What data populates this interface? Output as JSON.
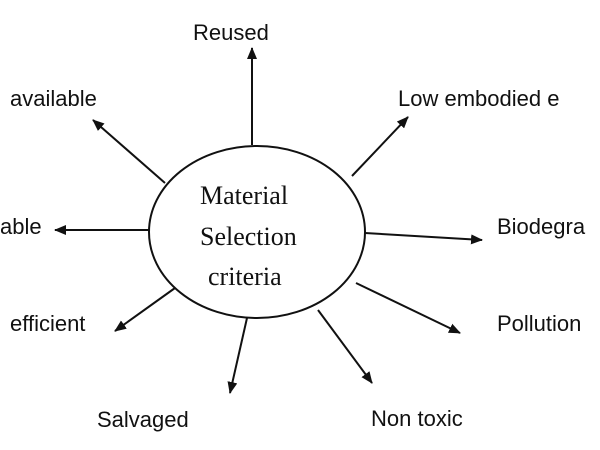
{
  "diagram": {
    "center": {
      "lines": [
        "Material",
        "Selection",
        "criteria"
      ]
    },
    "criteria": [
      {
        "id": "reused",
        "label": "Reused"
      },
      {
        "id": "low-embodied-energy",
        "label": "Low embodied e"
      },
      {
        "id": "biodegradable",
        "label": "Biodegra"
      },
      {
        "id": "pollution",
        "label": "Pollution"
      },
      {
        "id": "non-toxic",
        "label": "Non toxic"
      },
      {
        "id": "salvaged",
        "label": "Salvaged"
      },
      {
        "id": "efficient",
        "label": "efficient"
      },
      {
        "id": "able",
        "label": "able"
      },
      {
        "id": "available",
        "label": "available"
      }
    ]
  }
}
